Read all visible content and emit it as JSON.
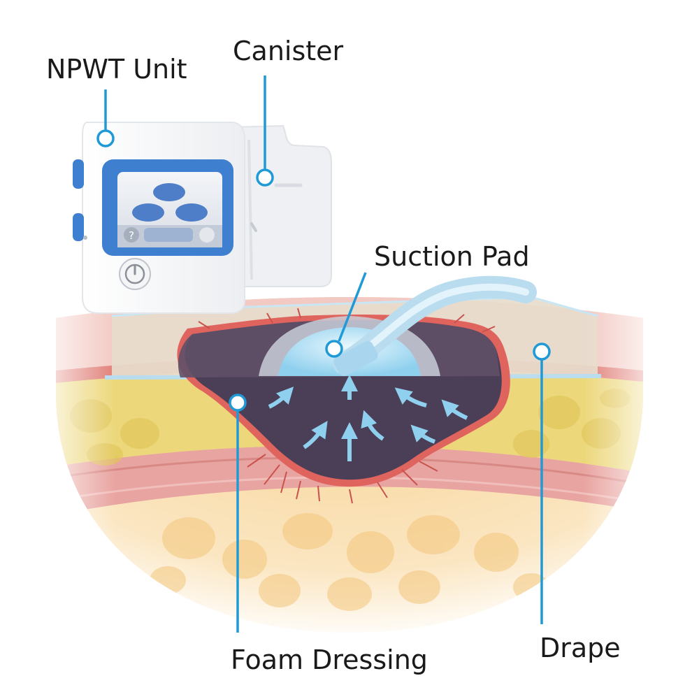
{
  "labels": {
    "npwt_unit": "NPWT Unit",
    "canister": "Canister",
    "suction_pad": "Suction Pad",
    "drape": "Drape",
    "foam_dressing": "Foam Dressing"
  },
  "device": {
    "help_glyph": "?"
  },
  "icons": {
    "power": "power-icon",
    "help": "question-mark-icon",
    "flow_arrows": "arrow-icon"
  },
  "colors": {
    "leader": "#1f9ad6",
    "screen_frame": "#3f7fd0",
    "foam": "#4b3f58",
    "wound_edge": "#e0645e",
    "fat": "#ecd77a",
    "deep_fat": "#f7d9a4",
    "dermis": "#e8a4a0",
    "drape": "#e7dccd",
    "tube": "#b9dcef"
  }
}
